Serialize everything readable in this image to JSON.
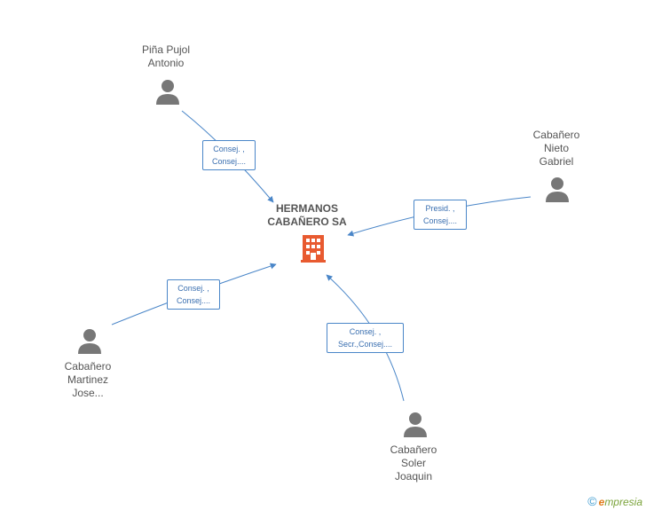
{
  "company": {
    "name_line1": "HERMANOS",
    "name_line2": "CABAÑERO SA",
    "icon": "building-icon",
    "color": "#e85a30"
  },
  "people": [
    {
      "id": "pina",
      "line1": "Piña Pujol",
      "line2": "Antonio",
      "line3": "",
      "icon": "person-icon"
    },
    {
      "id": "nieto",
      "line1": "Cabañero",
      "line2": "Nieto",
      "line3": "Gabriel",
      "icon": "person-icon"
    },
    {
      "id": "martinez",
      "line1": "Cabañero",
      "line2": "Martinez",
      "line3": "Jose...",
      "icon": "person-icon"
    },
    {
      "id": "soler",
      "line1": "Cabañero",
      "line2": "Soler",
      "line3": "Joaquin",
      "icon": "person-icon"
    }
  ],
  "relations": [
    {
      "from": "pina",
      "line1": "Consej. ,",
      "line2": "Consej...."
    },
    {
      "from": "nieto",
      "line1": "Presid. ,",
      "line2": "Consej...."
    },
    {
      "from": "martinez",
      "line1": "Consej. ,",
      "line2": "Consej...."
    },
    {
      "from": "soler",
      "line1": "Consej. ,",
      "line2": "Secr.,Consej...."
    }
  ],
  "colors": {
    "edge": "#4a86c8",
    "person": "#777777",
    "text": "#555555"
  },
  "brand": {
    "copyright": "©",
    "e": "e",
    "rest": "mpresia"
  }
}
